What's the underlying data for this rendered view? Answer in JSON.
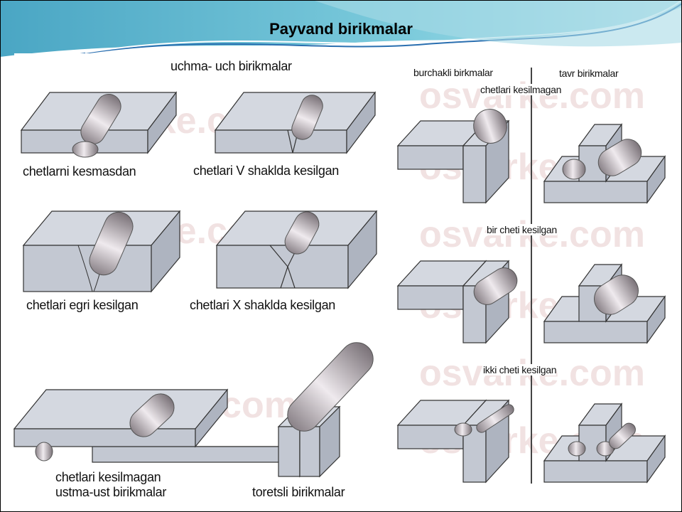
{
  "slide": {
    "title": "Payvand birikmalar",
    "watermark": "osvarke.com",
    "colors": {
      "header_teal": "#5fb6cf",
      "plate": "#c9ced8",
      "outline": "#333333"
    }
  },
  "butt_joints": {
    "heading": "uchma- uch birikmalar",
    "labels": [
      "chetlarni kesmasdan",
      "chetlari V shaklda kesilgan",
      "chetlari egri kesilgan",
      "chetlari X shaklda kesilgan"
    ]
  },
  "lap_joint": {
    "line1": "chetlari kesilmagan",
    "line2": "ustma-ust birikmalar"
  },
  "edge_joint": {
    "label": "toretsli birikmalar"
  },
  "right": {
    "corner_heading": "burchakli birkmalar",
    "tee_heading": "tavr birikmalar",
    "rows": [
      "chetlari kesilmagan",
      "bir cheti kesilgan",
      "ikki cheti kesilgan"
    ]
  }
}
